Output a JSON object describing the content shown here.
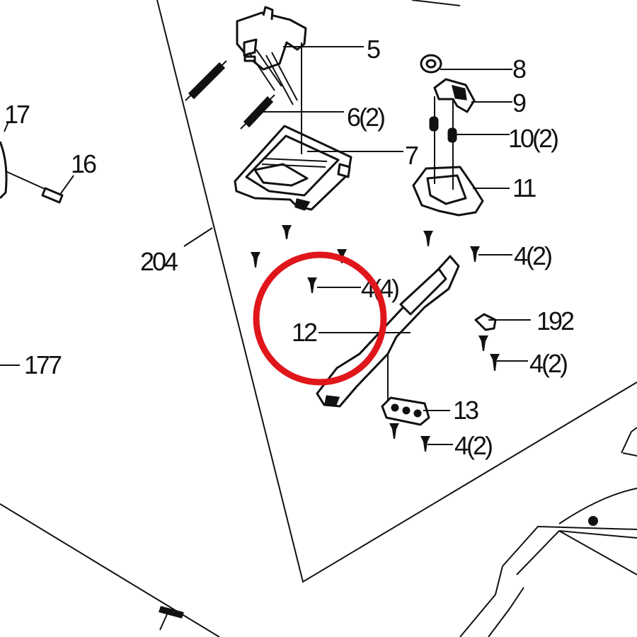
{
  "diagram": {
    "callouts": [
      {
        "id": "5",
        "label": "5"
      },
      {
        "id": "6",
        "label": "6(2)"
      },
      {
        "id": "7",
        "label": "7"
      },
      {
        "id": "8",
        "label": "8"
      },
      {
        "id": "9",
        "label": "9"
      },
      {
        "id": "10",
        "label": "10(2)"
      },
      {
        "id": "11",
        "label": "11"
      },
      {
        "id": "12",
        "label": "12"
      },
      {
        "id": "13",
        "label": "13"
      },
      {
        "id": "16",
        "label": "16"
      },
      {
        "id": "17",
        "label": "17"
      },
      {
        "id": "177",
        "label": "177"
      },
      {
        "id": "192",
        "label": "192"
      },
      {
        "id": "204",
        "label": "204"
      },
      {
        "id": "4a",
        "label": "4(4)"
      },
      {
        "id": "4b",
        "label": "4(2)"
      },
      {
        "id": "4c",
        "label": "4(2)"
      },
      {
        "id": "4d",
        "label": "4(2)"
      }
    ],
    "highlight": {
      "target": "12",
      "color": "#e0161b"
    }
  }
}
